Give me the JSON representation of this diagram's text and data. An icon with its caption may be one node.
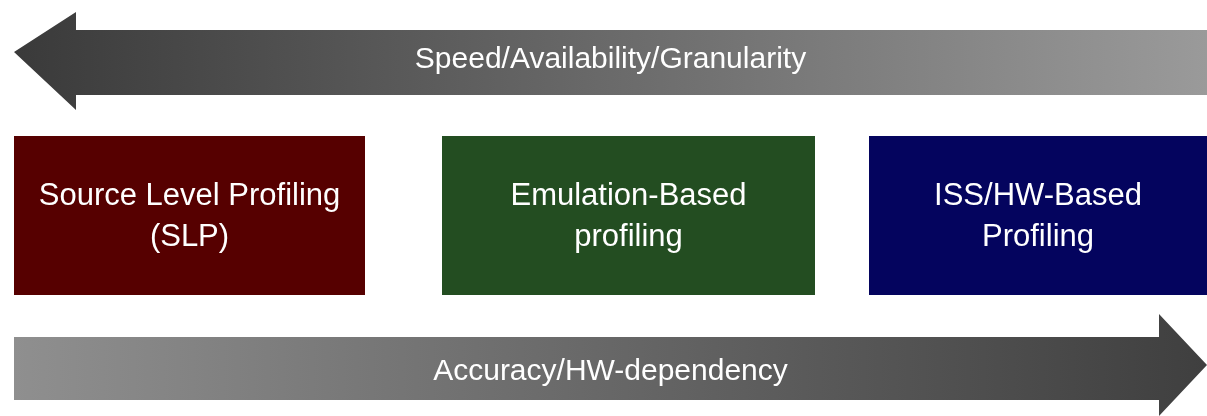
{
  "diagram": {
    "nodes": [
      {
        "text": [
          "Speed/Availability/Granularity"
        ]
      },
      {
        "text": [
          "Source Level Profiling (SLP)"
        ]
      },
      {
        "text": [
          "Emulation-Based profiling"
        ]
      },
      {
        "text": [
          "ISS/HW-Based Profiling"
        ]
      },
      {
        "text": [
          "Accuracy/HW-dependency"
        ]
      }
    ]
  }
}
